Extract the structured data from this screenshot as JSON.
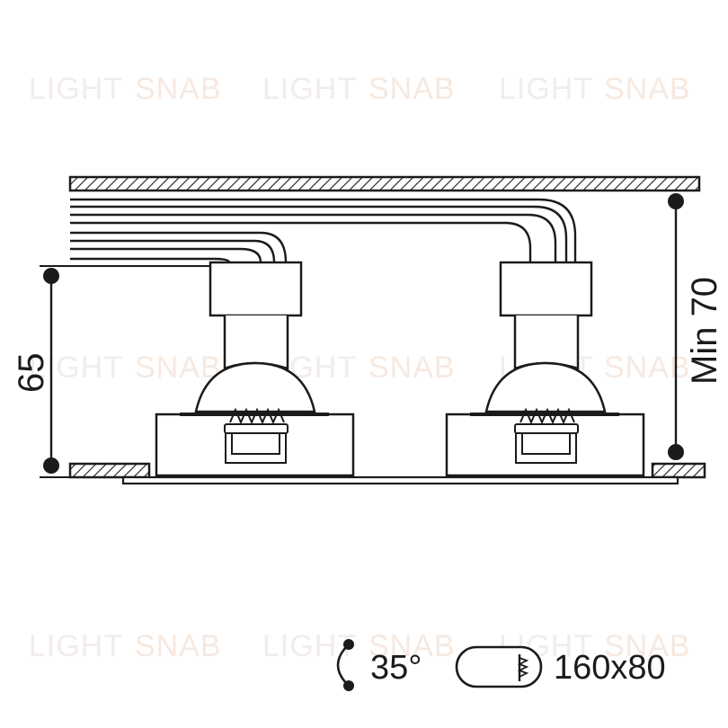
{
  "watermark": {
    "word1": "LIGHT",
    "word2": "SNAB"
  },
  "dimensions": {
    "height_label": "65",
    "min_label": "Min 70"
  },
  "specs": {
    "tilt_angle": "35°",
    "cutout_size": "160x80"
  },
  "icons": {
    "tilt": "tilt-rotation-icon",
    "cutout": "rounded-cutout-icon"
  },
  "colors": {
    "line": "#1b1b1b",
    "watermark": "#f0eae8"
  }
}
